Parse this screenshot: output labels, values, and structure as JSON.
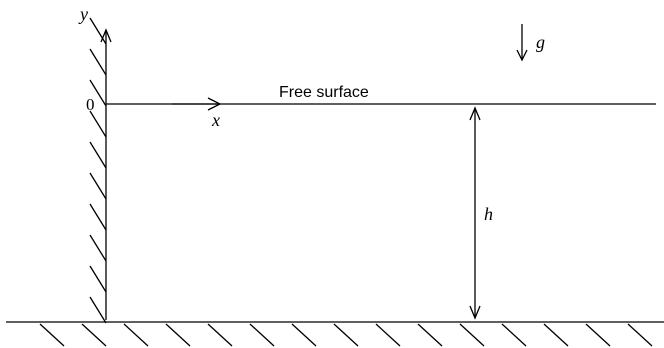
{
  "labels": {
    "y_axis": "y",
    "x_axis": "x",
    "origin": "0",
    "gravity": "g",
    "free_surface": "Free surface",
    "depth": "h"
  }
}
